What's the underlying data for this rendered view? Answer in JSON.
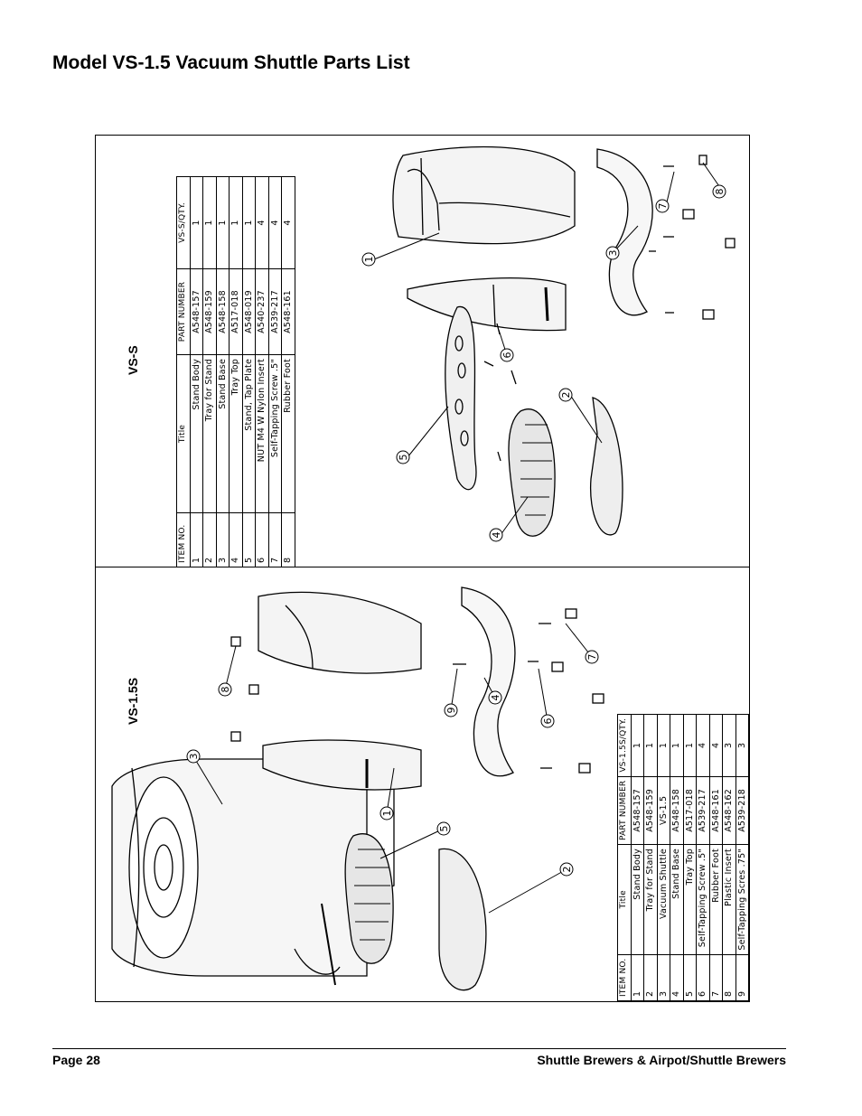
{
  "page_title": "Model VS-1.5 Vacuum Shuttle Parts List",
  "vs_s": {
    "label": "VS-S",
    "headers": {
      "item_no": "ITEM NO.",
      "title": "Title",
      "part_number": "PART NUMBER",
      "qty": "VS-S/QTY."
    },
    "rows": [
      {
        "item_no": "1",
        "title": "Stand Body",
        "part_number": "A548-157",
        "qty": "1"
      },
      {
        "item_no": "2",
        "title": "Tray for Stand",
        "part_number": "A548-159",
        "qty": "1"
      },
      {
        "item_no": "3",
        "title": "Stand Base",
        "part_number": "A548-158",
        "qty": "1"
      },
      {
        "item_no": "4",
        "title": "Tray Top",
        "part_number": "A517-018",
        "qty": "1"
      },
      {
        "item_no": "5",
        "title": "Stand, Tap Plate",
        "part_number": "A548-019",
        "qty": "1"
      },
      {
        "item_no": "6",
        "title": "NUT M4 W Nylon Insert",
        "part_number": "A540-237",
        "qty": "4"
      },
      {
        "item_no": "7",
        "title": "Self-Tapping Screw .5\"",
        "part_number": "A539-217",
        "qty": "4"
      },
      {
        "item_no": "8",
        "title": "Rubber Foot",
        "part_number": "A548-161",
        "qty": "4"
      }
    ],
    "callouts": [
      "1",
      "2",
      "3",
      "4",
      "5",
      "6",
      "7",
      "8"
    ]
  },
  "vs_15s": {
    "label": "VS-1.5S",
    "headers": {
      "item_no": "ITEM NO.",
      "title": "Title",
      "part_number": "PART NUMBER",
      "qty": "VS-1.5S/QTY."
    },
    "rows": [
      {
        "item_no": "1",
        "title": "Stand Body",
        "part_number": "A548-157",
        "qty": "1"
      },
      {
        "item_no": "2",
        "title": "Tray for Stand",
        "part_number": "A548-159",
        "qty": "1"
      },
      {
        "item_no": "3",
        "title": "Vacuum Shuttle",
        "part_number": "VS-1.5",
        "qty": "1"
      },
      {
        "item_no": "4",
        "title": "Stand Base",
        "part_number": "A548-158",
        "qty": "1"
      },
      {
        "item_no": "5",
        "title": "Tray Top",
        "part_number": "A517-018",
        "qty": "1"
      },
      {
        "item_no": "6",
        "title": "Self-Tapping Screw .5\"",
        "part_number": "A539-217",
        "qty": "4"
      },
      {
        "item_no": "7",
        "title": "Rubber Foot",
        "part_number": "A548-161",
        "qty": "4"
      },
      {
        "item_no": "8",
        "title": "Plastic Insert",
        "part_number": "A548-162",
        "qty": "3"
      },
      {
        "item_no": "9",
        "title": "Self-Tapping Scres .75\"",
        "part_number": "A539-218",
        "qty": "3"
      }
    ],
    "callouts": [
      "1",
      "2",
      "3",
      "4",
      "5",
      "6",
      "7",
      "8",
      "9"
    ]
  },
  "footer": {
    "page": "Page 28",
    "manual": "Shuttle Brewers & Airpot/Shuttle Brewers"
  }
}
